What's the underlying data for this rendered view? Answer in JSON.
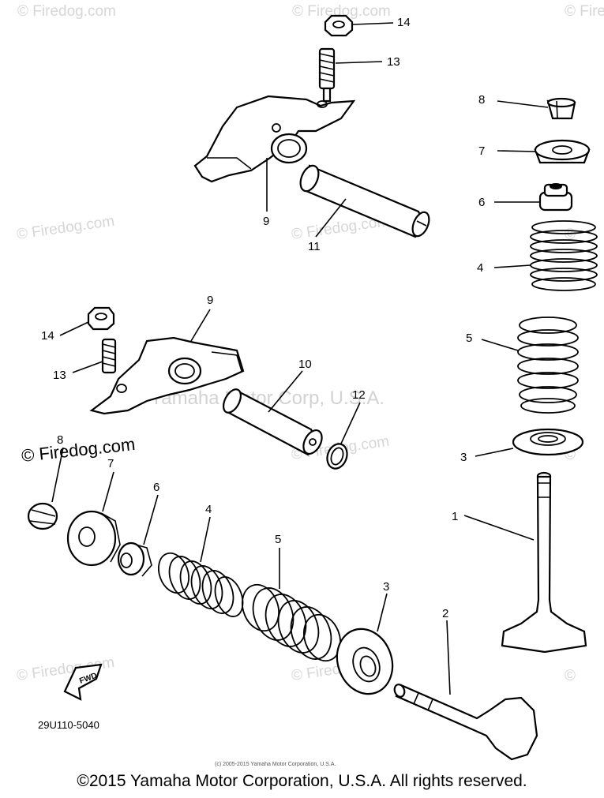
{
  "watermarks": {
    "firedog": "© Firedog.com",
    "firedog_short": "©",
    "yamaha_overlay": "Yamaha Motor Corp, U.S.A."
  },
  "diagram": {
    "code": "29U110-5040",
    "small_copyright": "(c) 2005-2015 Yamaha Motor Corporation, U.S.A.",
    "fwd_label": "FWD"
  },
  "labels": {
    "upper_nut": "14",
    "upper_screw": "13",
    "upper_rocker": "9",
    "upper_shaft": "11",
    "upper_retainer_lock": "8",
    "upper_retainer": "7",
    "upper_seal": "6",
    "upper_inner_spring": "4",
    "upper_outer_spring": "5",
    "upper_seat": "3",
    "upper_valve": "1",
    "lower_rocker": "9",
    "lower_nut": "14",
    "lower_screw": "13",
    "lower_shaft": "10",
    "lower_oring": "12",
    "lower_retainer_lock": "8",
    "lower_retainer": "7",
    "lower_seal": "6",
    "lower_inner_spring": "4",
    "lower_outer_spring": "5",
    "lower_seat": "3",
    "lower_valve": "2"
  },
  "footer": {
    "copyright": "©2015 Yamaha Motor Corporation, U.S.A. All rights reserved."
  }
}
